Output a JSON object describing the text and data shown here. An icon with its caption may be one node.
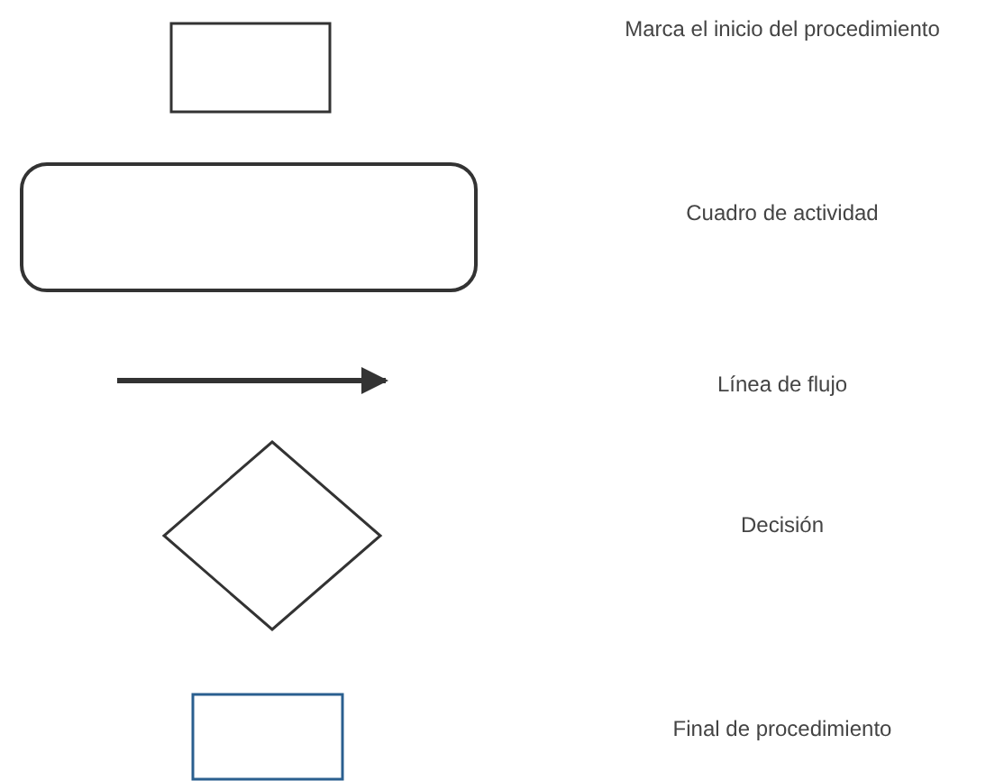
{
  "diagram": {
    "legend": [
      {
        "text": "Marca el inicio del procedimiento"
      },
      {
        "text": "Cuadro de actividad"
      },
      {
        "text": "Línea de flujo"
      },
      {
        "text": "Decisión"
      },
      {
        "text": "Final de procedimiento"
      }
    ]
  }
}
